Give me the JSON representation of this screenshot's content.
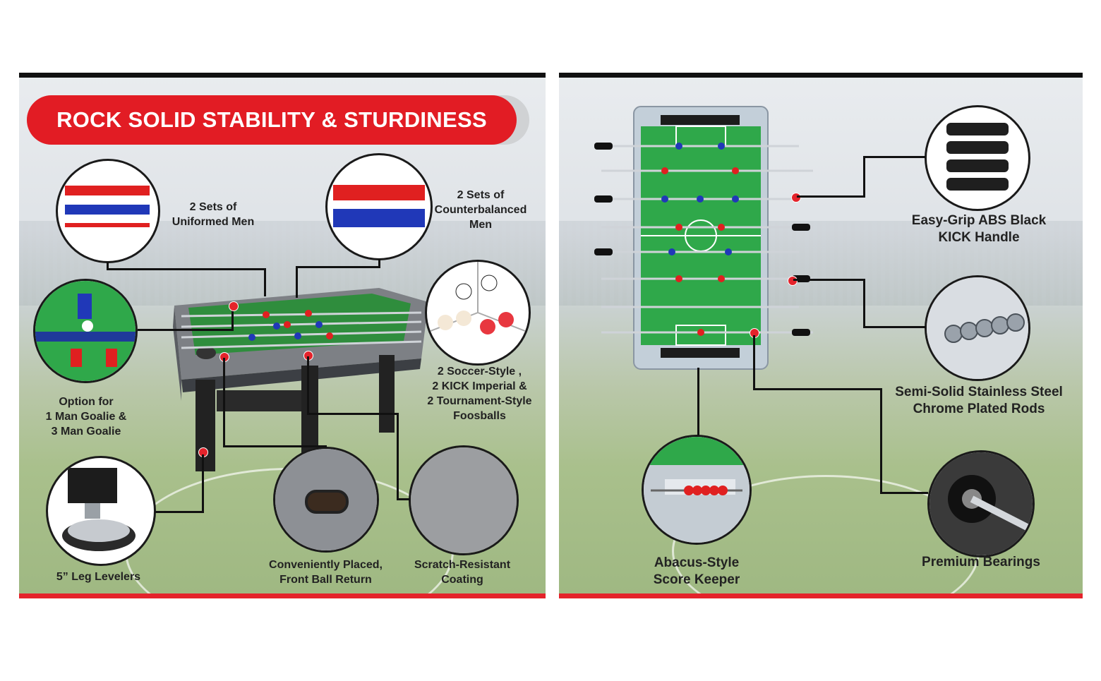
{
  "left_panel": {
    "headline": "ROCK SOLID STABILITY & STURDINESS",
    "features": {
      "uniformed_men": [
        "2 Sets of",
        "Uniformed Men"
      ],
      "counterbalanced_men": [
        "2 Sets of",
        "Counterbalanced",
        "Men"
      ],
      "goalie": [
        "Option for",
        "1 Man Goalie &",
        "3 Man Goalie"
      ],
      "foosballs": [
        "2 Soccer-Style ,",
        "2 KICK Imperial &",
        "2 Tournament-Style",
        "Foosballs"
      ],
      "leg_levelers": [
        "5” Leg Levelers"
      ],
      "ball_return": [
        "Conveniently Placed,",
        "Front Ball Return"
      ],
      "coating": [
        "Scratch-Resistant",
        "Coating"
      ]
    }
  },
  "right_panel": {
    "features": {
      "handle": [
        "Easy-Grip ABS Black",
        "KICK Handle"
      ],
      "rods": [
        "Semi-Solid Stainless Steel",
        "Chrome Plated Rods"
      ],
      "score_keeper": [
        "Abacus-Style",
        "Score Keeper"
      ],
      "bearings": [
        "Premium Bearings"
      ]
    }
  },
  "colors": {
    "accent_red": "#e21c24",
    "frame_black": "#111111",
    "field_green": "#2fa84a",
    "team_red": "#e02020",
    "team_blue": "#2038b8"
  }
}
